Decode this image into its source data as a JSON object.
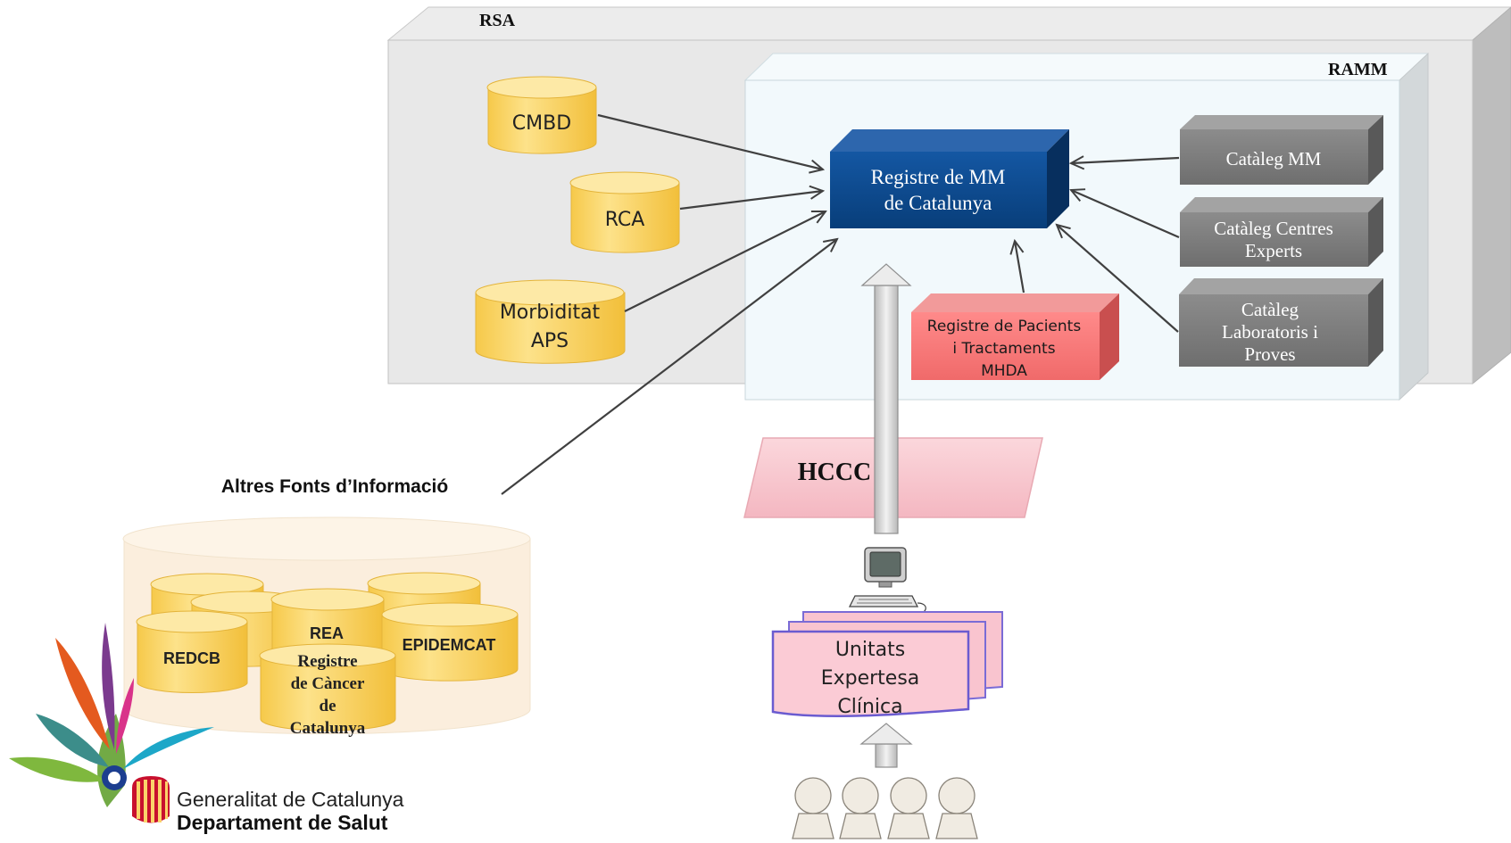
{
  "containers": {
    "rsa_label": "RSA",
    "ramm_label": "RAMM"
  },
  "databases": {
    "cmbd": "CMBD",
    "rca": "RCA",
    "morbiditat_line1": "Morbiditat",
    "morbiditat_line2": "APS"
  },
  "central": {
    "line1": "Registre de MM",
    "line2": "de Catalunya"
  },
  "catalogs": {
    "cataleg_mm": "Catàleg MM",
    "centres_line1": "Catàleg Centres",
    "centres_line2": "Experts",
    "lab_line1": "Catàleg",
    "lab_line2": "Laboratoris i",
    "lab_line3": "Proves"
  },
  "pacients": {
    "line1": "Registre de Pacients",
    "line2": "i Tractaments",
    "line3": "MHDA"
  },
  "hccc": "HCCC",
  "other_sources": {
    "title": "Altres Fonts d’Informació",
    "redcb": "REDCB",
    "rea": "REA",
    "epidemcat": "EPIDEMCAT",
    "cancer_line1": "Registre",
    "cancer_line2": "de Càncer",
    "cancer_line3": "de",
    "cancer_line4": "Catalunya"
  },
  "unitats": {
    "line1": "Unitats",
    "line2": "Expertesa",
    "line3": "Clínica"
  },
  "logo": {
    "line1": "Generalitat de Catalunya",
    "line2": "Departament de Salut"
  },
  "colors": {
    "database_yellow": "#fbd96a",
    "central_blue": "#0a4a8c",
    "catalog_gray": "#7a7a7a",
    "pacients_red": "#f47a7a",
    "hccc_pink": "#f7c9cf",
    "unitats_pink": "#f9c4cf"
  }
}
